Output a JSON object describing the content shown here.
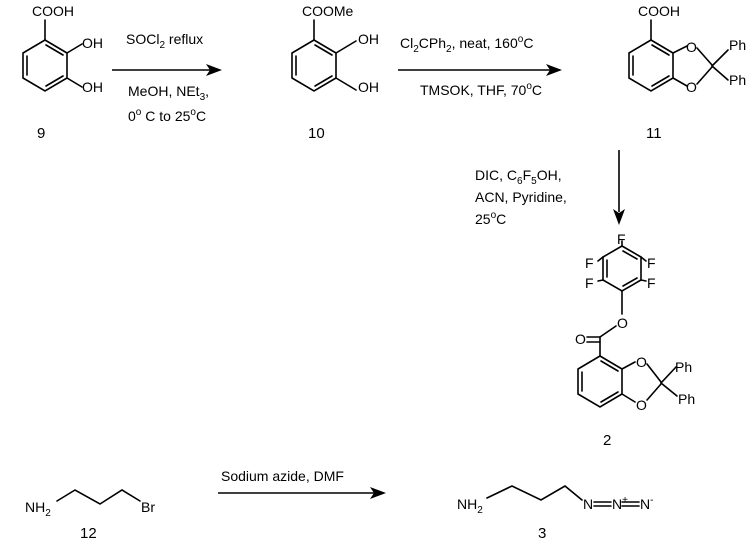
{
  "compounds": {
    "c9": {
      "number": "9",
      "substituents": {
        "top": "COOH",
        "oh1": "OH",
        "oh2": "OH"
      }
    },
    "c10": {
      "number": "10",
      "substituents": {
        "top": "COOMe",
        "oh1": "OH",
        "oh2": "OH"
      }
    },
    "c11": {
      "number": "11",
      "substituents": {
        "top": "COOH",
        "o1": "O",
        "o2": "O",
        "ph1": "Ph",
        "ph2": "Ph"
      }
    },
    "c2": {
      "number": "2",
      "substituents": {
        "f_top": "F",
        "f_ul": "F",
        "f_ur": "F",
        "f_ll": "F",
        "f_lr": "F",
        "o_ester": "O",
        "o_carbonyl": "O",
        "o1": "O",
        "o2": "O",
        "ph1": "Ph",
        "ph2": "Ph"
      }
    },
    "c12": {
      "number": "12",
      "nh2": "NH",
      "nh2_sub": "2",
      "br": "Br"
    },
    "c3": {
      "number": "3",
      "nh2": "NH",
      "nh2_sub": "2",
      "n1": "N",
      "n2": "N",
      "n2_charge": "+",
      "n3": "N",
      "n3_charge": "-"
    }
  },
  "reactions": {
    "step1": {
      "above": "SOCl",
      "above_sub": "2",
      "above_rest": " reflux",
      "below1": "MeOH, NEt",
      "below1_sub": "3",
      "below1_rest": ",",
      "below2_a": "0",
      "below2_sup1": "o",
      "below2_b": " C to 25",
      "below2_sup2": "o",
      "below2_c": "C"
    },
    "step2": {
      "above_a": "Cl",
      "above_sub": "2",
      "above_b": "CPh",
      "above_sub2": "2",
      "above_c": ", neat, 160",
      "above_sup": "o",
      "above_d": "C",
      "below_a": "TMSOK, THF, 70",
      "below_sup": "o",
      "below_b": "C"
    },
    "step3": {
      "l1_a": "DIC, C",
      "l1_sub1": "6",
      "l1_b": "F",
      "l1_sub2": "5",
      "l1_c": "OH,",
      "l2": "ACN, Pyridine,",
      "l3_a": "25",
      "l3_sup": "o",
      "l3_b": "C"
    },
    "step4": {
      "above": "Sodium azide, DMF"
    }
  }
}
